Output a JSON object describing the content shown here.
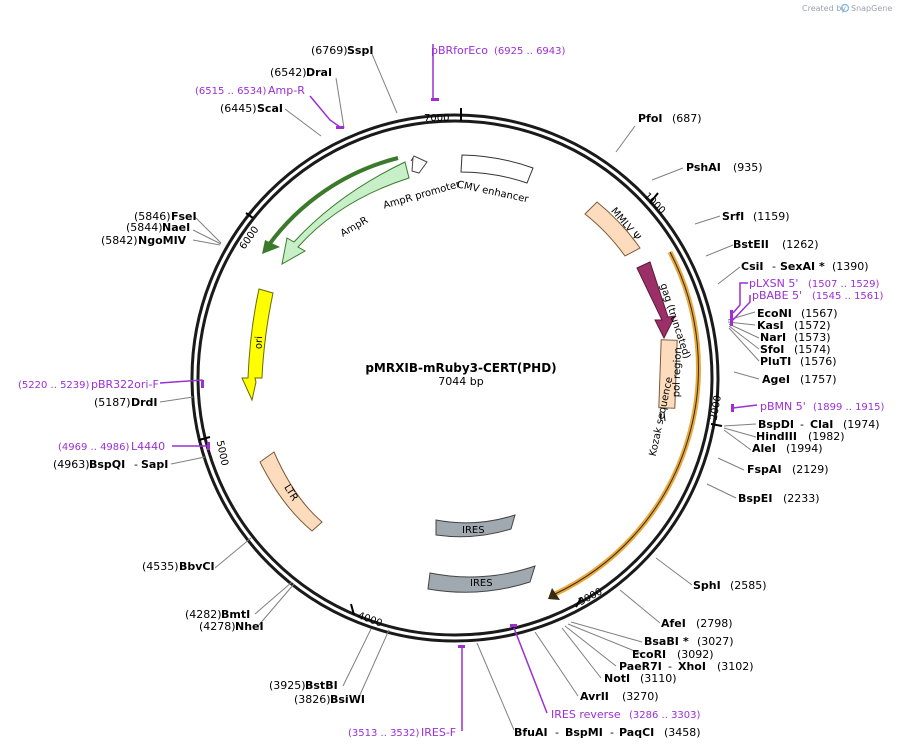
{
  "branding": {
    "created_by": "Created by",
    "app": "SnapGene"
  },
  "plasmid": {
    "name": "pMRXIB-mRuby3-CERT(PHD)",
    "size": "7044 bp"
  },
  "ticks": [
    {
      "label": "1000",
      "pos": 1000
    },
    {
      "label": "2000",
      "pos": 2000
    },
    {
      "label": "3000",
      "pos": 3000
    },
    {
      "label": "4000",
      "pos": 4000
    },
    {
      "label": "5000",
      "pos": 5000
    },
    {
      "label": "6000",
      "pos": 6000
    },
    {
      "label": "7000",
      "pos": 7000
    }
  ],
  "features": {
    "cmv_enhancer": "CMV enhancer",
    "ampr_promoter": "AmpR promoter",
    "ampr": "AmpR",
    "ori": "ori",
    "ltr": "LTR",
    "ires1": "IRES",
    "ires2": "IRES",
    "mmlv_psi": "MMLV Ψ",
    "gag": "gag (truncated)",
    "pol_region": "pol region",
    "kozak": "Kozak sequence"
  },
  "sites": {
    "pfoi": {
      "name": "PfoI",
      "pos": "(687)"
    },
    "pshai": {
      "name": "PshAI",
      "pos": "(935)"
    },
    "srfi": {
      "name": "SrfI",
      "pos": "(1159)"
    },
    "bsteii": {
      "name": "BstEII",
      "pos": "(1262)"
    },
    "csii": {
      "name": "CsiI",
      "sep": "-",
      "name2": "SexAI",
      "star": "*",
      "pos": "(1390)"
    },
    "econi": {
      "name": "EcoNI",
      "pos": "(1567)"
    },
    "kasi": {
      "name": "KasI",
      "pos": "(1572)"
    },
    "nari": {
      "name": "NarI",
      "pos": "(1573)"
    },
    "sfoi": {
      "name": "SfoI",
      "pos": "(1574)"
    },
    "pluti": {
      "name": "PluTI",
      "pos": "(1576)"
    },
    "agei": {
      "name": "AgeI",
      "pos": "(1757)"
    },
    "bspdi": {
      "name": "BspDI",
      "sep": "-",
      "name2": "ClaI",
      "pos": "(1974)"
    },
    "hindiii": {
      "name": "HindIII",
      "pos": "(1982)"
    },
    "alei": {
      "name": "AleI",
      "pos": "(1994)"
    },
    "fspai": {
      "name": "FspAI",
      "pos": "(2129)"
    },
    "bspei": {
      "name": "BspEI",
      "pos": "(2233)"
    },
    "sphi": {
      "name": "SphI",
      "pos": "(2585)"
    },
    "afei": {
      "name": "AfeI",
      "pos": "(2798)"
    },
    "bsabi": {
      "name": "BsaBI",
      "star": "*",
      "pos": "(3027)"
    },
    "ecori": {
      "name": "EcoRI",
      "pos": "(3092)"
    },
    "paer7i": {
      "name": "PaeR7I",
      "sep": "-",
      "name2": "XhoI",
      "pos": "(3102)"
    },
    "noti": {
      "name": "NotI",
      "pos": "(3110)"
    },
    "avrii": {
      "name": "AvrII",
      "pos": "(3270)"
    },
    "bfuai": {
      "name": "BfuAI",
      "sep": "-",
      "name2": "BspMI",
      "sep2": "-",
      "name3": "PaqCI",
      "pos": "(3458)"
    },
    "bsiwi": {
      "name": "BsiWI",
      "pos": "(3826)"
    },
    "bstbi": {
      "name": "BstBI",
      "pos": "(3925)"
    },
    "nhei": {
      "name": "NheI",
      "pos": "(4278)"
    },
    "bmti": {
      "name": "BmtI",
      "pos": "(4282)"
    },
    "bbvci": {
      "name": "BbvCI",
      "pos": "(4535)"
    },
    "bspqi": {
      "name": "BspQI",
      "sep": "-",
      "name2": "SapI",
      "pos": "(4963)"
    },
    "drdi": {
      "name": "DrdI",
      "pos": "(5187)"
    },
    "ngomiv": {
      "name": "NgoMIV",
      "pos": "(5842)"
    },
    "naei": {
      "name": "NaeI",
      "pos": "(5844)"
    },
    "fsei": {
      "name": "FseI",
      "pos": "(5846)"
    },
    "scai": {
      "name": "ScaI",
      "pos": "(6445)"
    },
    "drai": {
      "name": "DraI",
      "pos": "(6542)"
    },
    "sspi": {
      "name": "SspI",
      "pos": "(6769)"
    }
  },
  "primers": {
    "pbrforeco": {
      "name": "pBRforEco",
      "range": "(6925 .. 6943)"
    },
    "ampr": {
      "name": "Amp-R",
      "range": "(6515 .. 6534)"
    },
    "plxsn": {
      "name": "pLXSN 5'",
      "range": "(1507 .. 1529)"
    },
    "pbabe": {
      "name": "pBABE 5'",
      "range": "(1545 .. 1561)"
    },
    "pbmn": {
      "name": "pBMN 5'",
      "range": "(1899 .. 1915)"
    },
    "ires_rev": {
      "name": "IRES reverse",
      "range": "(3286 .. 3303)"
    },
    "ires_f": {
      "name": "IRES-F",
      "range": "(3513 .. 3532)"
    },
    "l4440": {
      "name": "L4440",
      "range": "(4969 .. 4986)"
    },
    "pbr322ori": {
      "name": "pBR322ori-F",
      "range": "(5220 .. 5239)"
    }
  },
  "colors": {
    "backbone": "#1a1a1a",
    "primer": "#9b2fd4",
    "ampr_fill": "#c8f0c8",
    "ampr_stroke": "#3a7a2a",
    "ori_fill": "#ffff00",
    "ltr_fill": "#fcdcbc",
    "ires_fill": "#a0a8b0",
    "gag_fill": "#9c2f68",
    "orf_line": "#e8a840",
    "line": "#808080"
  }
}
